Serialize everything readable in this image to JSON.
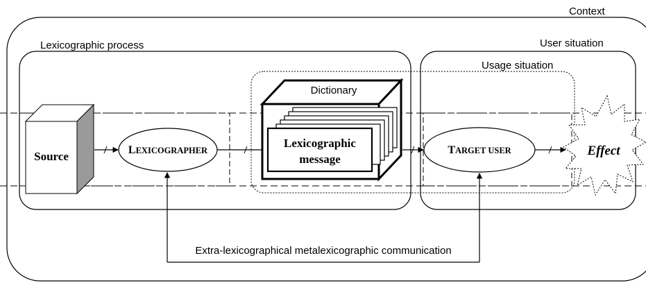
{
  "labels": {
    "context": "Context",
    "user_situation": "User situation",
    "lexicographic_process": "Lexicographic process",
    "usage_situation": "Usage situation",
    "dictionary": "Dictionary",
    "source": "Source",
    "lexicographer_first": "L",
    "lexicographer_rest": "EXICOGRAPHER",
    "message_line1": "Lexicographic",
    "message_line2": "message",
    "target_user_first": "T",
    "target_user_rest": "ARGET USER",
    "effect": "Effect",
    "communication": "Extra-lexicographical metalexicographic communication"
  }
}
